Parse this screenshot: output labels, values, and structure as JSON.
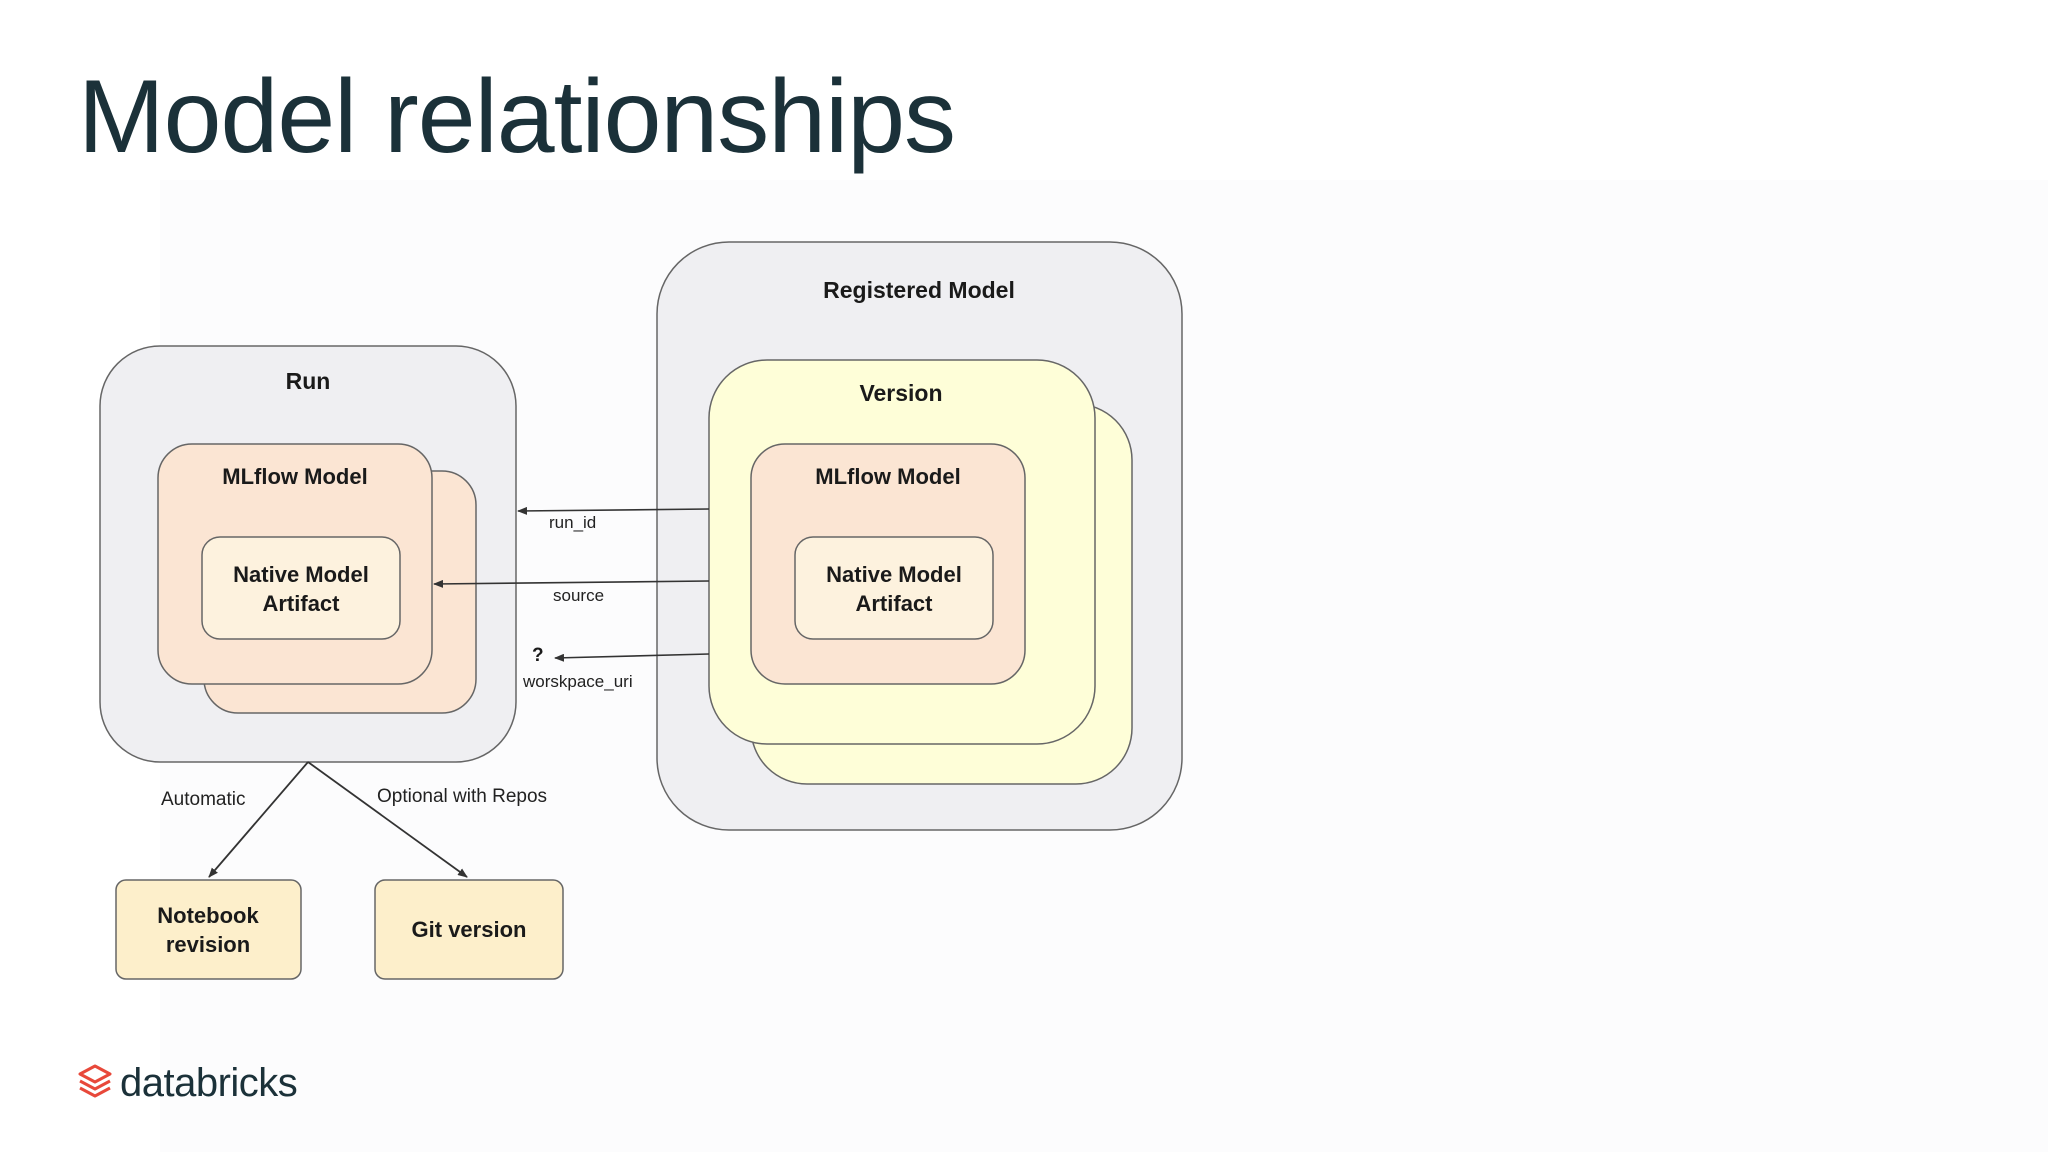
{
  "slide": {
    "title": "Model relationships"
  },
  "diagram": {
    "run": {
      "title": "Run",
      "mlflow_model": "MLflow Model",
      "artifact_line1": "Native Model",
      "artifact_line2": "Artifact"
    },
    "registered_model": {
      "title": "Registered Model",
      "version": "Version",
      "mlflow_model": "MLflow Model",
      "artifact_line1": "Native Model",
      "artifact_line2": "Artifact"
    },
    "arrows": {
      "run_id": "run_id",
      "source": "source",
      "question": "?",
      "workspace_uri": "worskpace_uri"
    },
    "branches": {
      "automatic": "Automatic",
      "optional": "Optional with Repos"
    },
    "targets": {
      "notebook_line1": "Notebook",
      "notebook_line2": "revision",
      "git": "Git version"
    }
  },
  "footer": {
    "logo_text": "databricks",
    "logo_icon": "databricks-stack-icon"
  },
  "colors": {
    "title": "#1b3139",
    "container_fill": "#efeff2",
    "mlflow_fill": "#fbe5d3",
    "artifact_fill": "#fdf2de",
    "version_fill": "#fefed8",
    "target_fill": "#fdefcb",
    "logo_red": "#e8483a"
  }
}
